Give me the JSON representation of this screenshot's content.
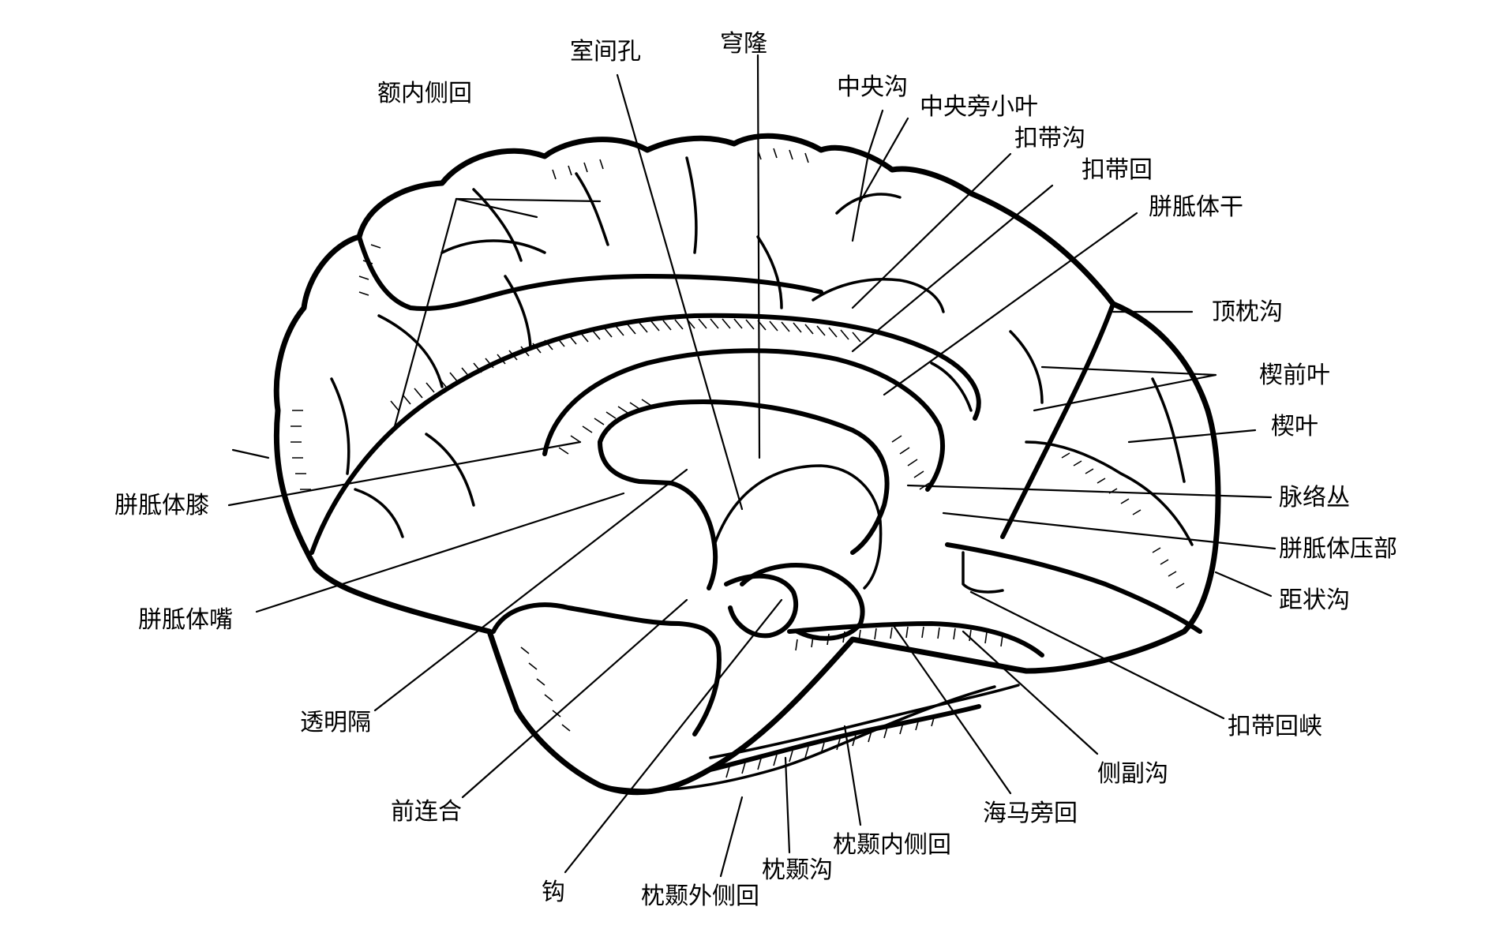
{
  "labels": {
    "frontal_medial_gyrus": "额内侧回",
    "interventricular_foramen": "室间孔",
    "fornix": "穹隆",
    "central_sulcus": "中央沟",
    "paracentral_lobule": "中央旁小叶",
    "cingulate_sulcus": "扣带沟",
    "cingulate_gyrus": "扣带回",
    "corpus_callosum_trunk": "胼胝体干",
    "parieto_occipital_sulcus": "顶枕沟",
    "precuneus": "楔前叶",
    "cuneus": "楔叶",
    "choroid_plexus": "脉络丛",
    "splenium": "胼胝体压部",
    "calcarine_sulcus": "距状沟",
    "cingulate_isthmus": "扣带回峡",
    "collateral_sulcus": "侧副沟",
    "parahippocampal_gyrus": "海马旁回",
    "medial_occipitotemporal_gyrus": "枕颞内侧回",
    "occipitotemporal_sulcus": "枕颞沟",
    "lateral_occipitotemporal_gyrus": "枕颞外侧回",
    "uncus": "钩",
    "anterior_commissure": "前连合",
    "septum_pellucidum": "透明隔",
    "rostrum": "胼胝体嘴",
    "genu": "胼胝体膝"
  }
}
